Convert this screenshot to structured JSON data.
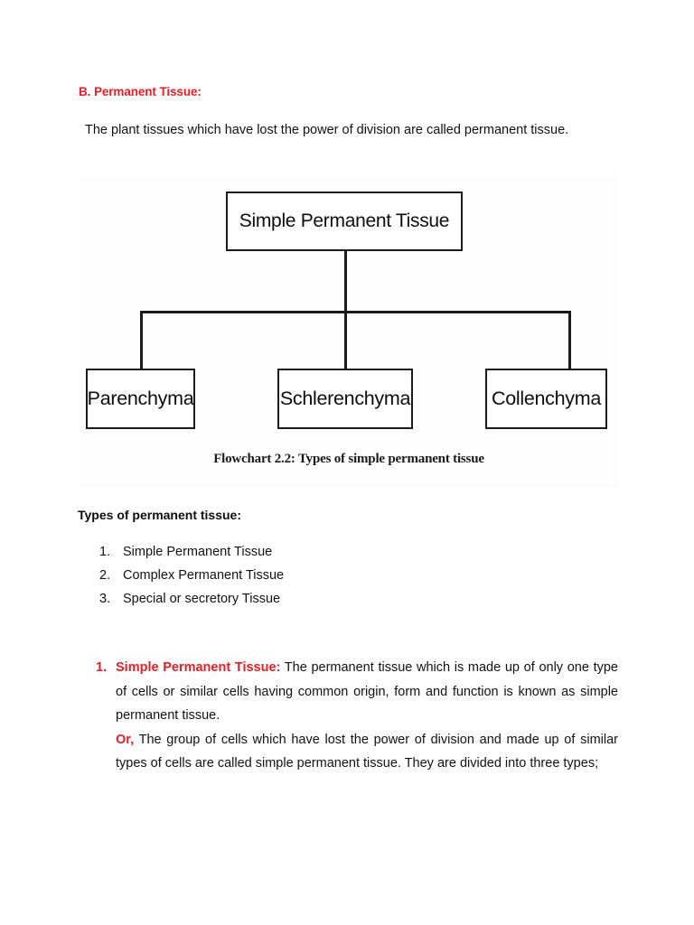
{
  "document": {
    "section_heading": "B. Permanent Tissue:",
    "intro_paragraph": "The plant tissues which have lost the power of division are called permanent tissue.",
    "types_heading": "Types of permanent tissue:",
    "types_list": [
      {
        "number": "1.",
        "label": "Simple Permanent Tissue"
      },
      {
        "number": "2.",
        "label": "Complex Permanent Tissue"
      },
      {
        "number": "3.",
        "label": "Special or secretory Tissue"
      }
    ],
    "definition": {
      "number": "1.",
      "term": "Simple Permanent Tissue:",
      "text": " The permanent tissue which is made up of only one type of cells or similar cells having common origin, form and function is known as simple permanent tissue.",
      "or_label": "Or,",
      "or_text": " The group of cells which have lost the power of division and made up of similar types of cells are called simple permanent tissue. They are divided into three types;"
    }
  },
  "figure": {
    "caption": "Flowchart 2.2: Types of simple permanent tissue",
    "root_box": "Simple Permanent Tissue",
    "leaf_boxes": [
      "Parenchyma",
      "Schlerenchyma",
      "Collenchyma"
    ]
  },
  "colors": {
    "accent_red": "#ED1C24",
    "body_text": "#111111",
    "diagram_stroke": "#1b1b1b",
    "page_background": "#ffffff"
  }
}
